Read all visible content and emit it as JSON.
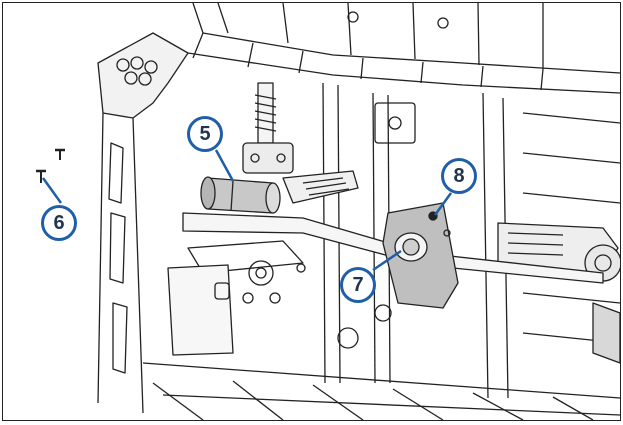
{
  "figure": {
    "accent_color": "#1f5fa8",
    "callouts": [
      {
        "id": "5",
        "label": "5"
      },
      {
        "id": "6",
        "label": "6"
      },
      {
        "id": "7",
        "label": "7"
      },
      {
        "id": "8",
        "label": "8"
      }
    ]
  }
}
